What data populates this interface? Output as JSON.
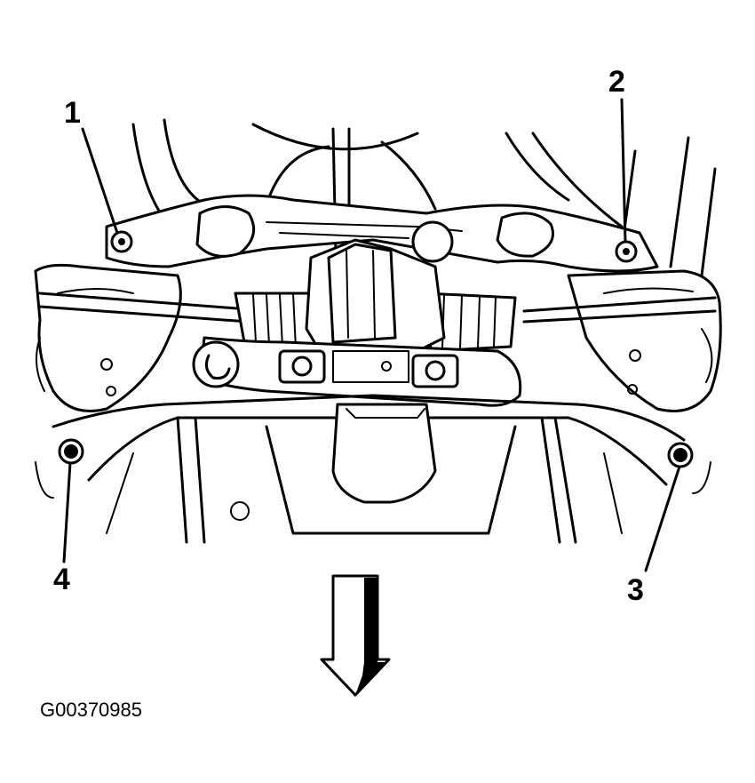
{
  "diagram": {
    "callouts": [
      {
        "id": "1",
        "label": "1"
      },
      {
        "id": "2",
        "label": "2"
      },
      {
        "id": "3",
        "label": "3"
      },
      {
        "id": "4",
        "label": "4"
      }
    ],
    "figure_id": "G00370985",
    "arrow_direction": "down",
    "colors": {
      "line": "#000000",
      "background": "#ffffff"
    }
  }
}
